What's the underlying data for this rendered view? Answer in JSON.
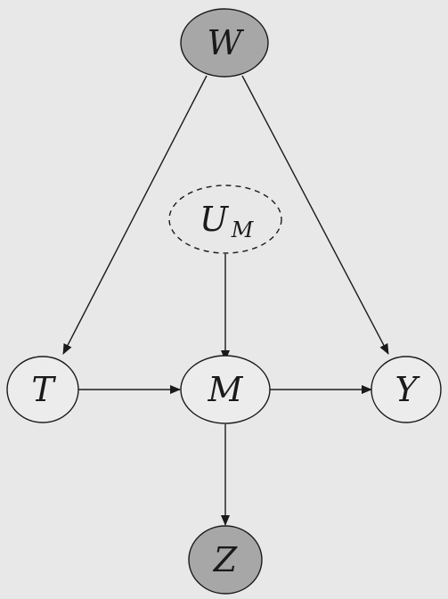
{
  "diagram": {
    "type": "causal-dag",
    "colors": {
      "background": "#e8e8e8",
      "observed_fill": "#ececec",
      "shaded_fill": "#a7a7a7",
      "stroke": "#1a1a1a"
    },
    "nodes": {
      "W": {
        "label": "W",
        "style": "shaded"
      },
      "U_M": {
        "label": "U",
        "subscript": "M",
        "style": "latent-dashed"
      },
      "T": {
        "label": "T",
        "style": "observed"
      },
      "M": {
        "label": "M",
        "style": "observed"
      },
      "Y": {
        "label": "Y",
        "style": "observed"
      },
      "Z": {
        "label": "Z",
        "style": "shaded"
      }
    },
    "edges": [
      {
        "from": "W",
        "to": "T"
      },
      {
        "from": "W",
        "to": "Y"
      },
      {
        "from": "U_M",
        "to": "M"
      },
      {
        "from": "T",
        "to": "M"
      },
      {
        "from": "M",
        "to": "Y"
      },
      {
        "from": "M",
        "to": "Z"
      }
    ]
  }
}
